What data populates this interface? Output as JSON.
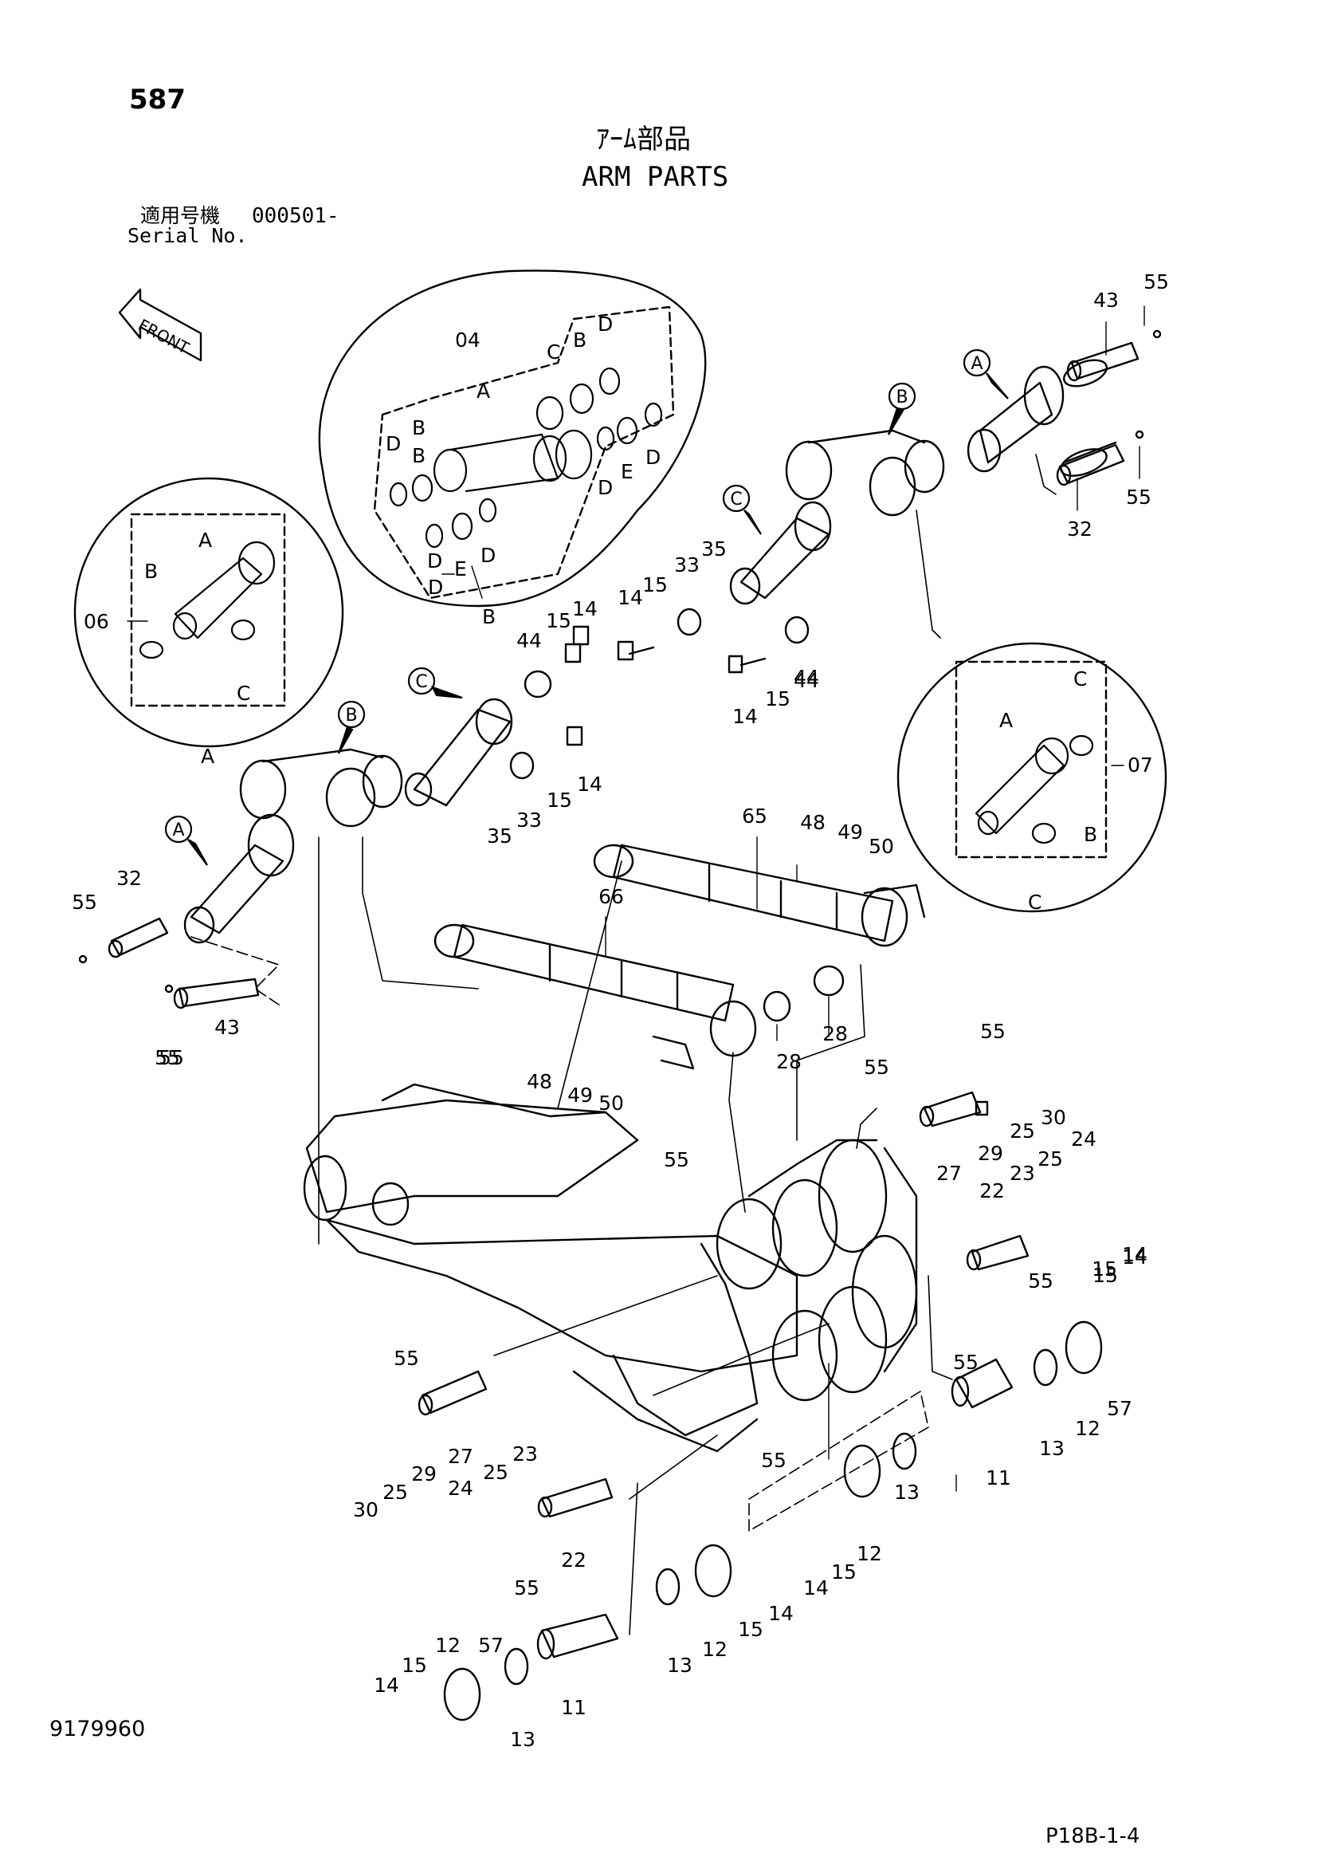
{
  "page": {
    "page_number": "587",
    "title_ja": "ｱｰﾑ部品",
    "title_en": "ARM PARTS",
    "serial_label_ja": "適用号機",
    "serial_value": "000501-",
    "serial_label_en": "Serial No.",
    "drawing_number": "9179960",
    "page_ref": "P18B-1-4",
    "front_label": "FRONT"
  },
  "detail_circles": {
    "circle_04": {
      "number": "04",
      "caption": "B",
      "labels": [
        "A",
        "B",
        "C",
        "B",
        "D",
        "D",
        "B",
        "D",
        "E",
        "D",
        "D",
        "E",
        "D",
        "D"
      ]
    },
    "circle_06": {
      "number": "06",
      "caption": "A",
      "labels": [
        "A",
        "B",
        "C"
      ]
    },
    "circle_07": {
      "number": "07",
      "caption": "C",
      "labels": [
        "A",
        "C",
        "B"
      ]
    }
  },
  "badges": [
    "A",
    "B",
    "C",
    "C",
    "B",
    "A"
  ],
  "callouts": {
    "c43a": "43",
    "c55a": "55",
    "c55b": "55",
    "c32a": "32",
    "c14a": "14",
    "c15a": "15",
    "c33a": "33",
    "c35a": "35",
    "c44a": "44",
    "c15b": "15",
    "c14b": "14",
    "c14c": "14",
    "c15c": "15",
    "c44b": "44",
    "c44c": "44",
    "c15d": "15",
    "c14d": "14",
    "c15e": "15",
    "c14e": "14",
    "c33b": "33",
    "c35b": "35",
    "c32b": "32",
    "c55c": "55",
    "c55d": "55",
    "c43b": "43",
    "c65": "65",
    "c48a": "48",
    "c49a": "49",
    "c50a": "50",
    "c66": "66",
    "c28a": "28",
    "c28b": "28",
    "c48b": "48",
    "c49b": "49",
    "c50b": "50",
    "c55e": "55",
    "c55f": "55",
    "c30a": "30",
    "c25a": "25",
    "c29a": "29",
    "c27a": "27",
    "c23a": "23",
    "c25b": "25",
    "c24a": "24",
    "c22a": "22",
    "c55g": "55",
    "c55h": "55",
    "c15f": "15",
    "c14f": "14",
    "c57a": "57",
    "c12a": "12",
    "c13a": "13",
    "c11a": "11",
    "c55i": "55",
    "c55j": "55",
    "c30b": "30",
    "c25c": "25",
    "c29b": "29",
    "c27b": "27",
    "c25d": "25",
    "c23b": "23",
    "c24b": "24",
    "c22b": "22",
    "c55k": "55",
    "c55l": "55",
    "c13b": "13",
    "c12b": "12",
    "c15g": "15",
    "c14g": "14",
    "c14h": "14",
    "c15h": "15",
    "c13c": "13",
    "c12c": "12",
    "c14i": "14",
    "c15i": "15",
    "c12d": "12",
    "c57b": "57",
    "c13d": "13",
    "c11b": "11",
    "c55m": "55"
  }
}
